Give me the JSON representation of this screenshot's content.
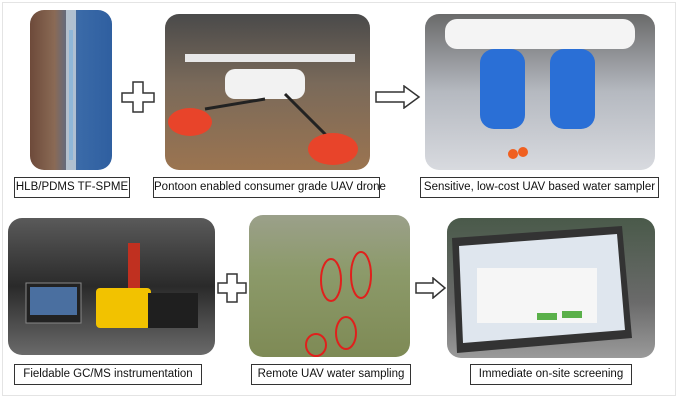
{
  "panels": [
    {
      "label": "HLB/PDMS TF-SPME",
      "icon": "spme-fiber-photo"
    },
    {
      "label": "Pontoon enabled consumer grade UAV drone",
      "icon": "drone-photo"
    },
    {
      "label": "Sensitive, low-cost UAV based water sampler",
      "icon": "sampler-photo"
    },
    {
      "label": "Fieldable GC/MS instrumentation",
      "icon": "gcms-photo"
    },
    {
      "label": "Remote UAV water sampling",
      "icon": "water-photo"
    },
    {
      "label": "Immediate on-site screening",
      "icon": "laptop-photo"
    }
  ],
  "colors": {
    "plus": "#ffffff",
    "stroke": "#333333",
    "highlight": "#e0201c"
  }
}
